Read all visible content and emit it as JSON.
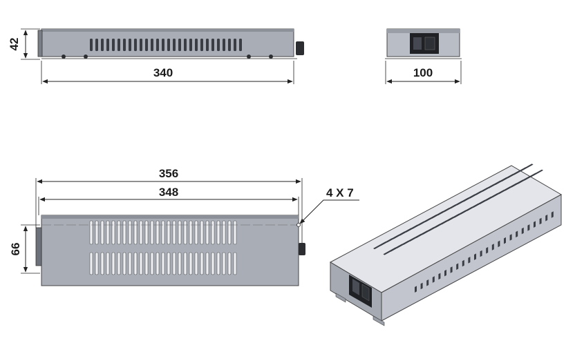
{
  "drawing": {
    "colors": {
      "body": "#a9adb6",
      "body_light": "#c4c7ce",
      "slot": "#3a3d44",
      "line": "#222222"
    },
    "front_view": {
      "height_label": "42",
      "width_label": "340"
    },
    "side_view": {
      "width_label": "100"
    },
    "top_view": {
      "overall_label": "356",
      "mount_label": "348",
      "hole_label": "4 X 7",
      "depth_label": "66"
    },
    "iso_view": {
      "icon": "power-supply-isometric"
    }
  }
}
